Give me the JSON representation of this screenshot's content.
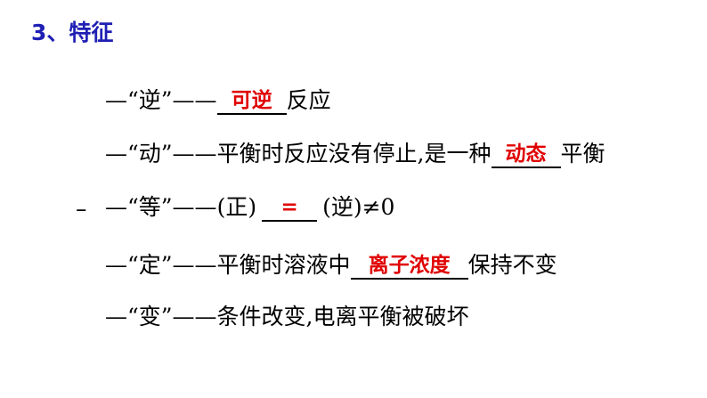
{
  "heading": "3、特征",
  "bullet": "–",
  "items": [
    {
      "prefix": "—“逆”——",
      "answer": "可逆",
      "suffix": "反应"
    },
    {
      "prefix": "—“动”——平衡时反应没有停止,是一种",
      "answer": "动态",
      "suffix": "平衡"
    },
    {
      "prefix": "—“等”——",
      "symbol1": "(正)",
      "answer": "=",
      "symbol2": "(逆)≠0"
    },
    {
      "prefix": "—“定”——平衡时溶液中",
      "answer": "离子浓度",
      "suffix": "保持不变"
    },
    {
      "prefix": "—“变”——条件改变,电离平衡被破坏"
    }
  ]
}
